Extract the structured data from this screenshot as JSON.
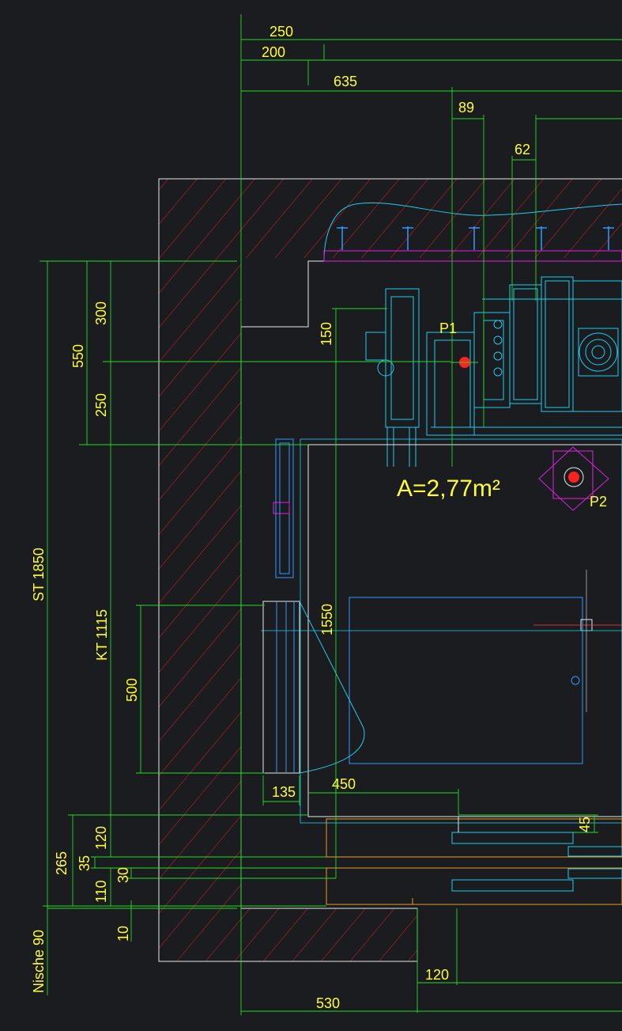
{
  "colors": {
    "background": "#1a1c20",
    "dimension_text": "#ffff33",
    "dimension_line": "#22dd22",
    "wall": "#e8e8e8",
    "hatch": "#e02020",
    "machine": "#22ccee",
    "rail": "#3399ff",
    "bracket": "#dd22dd",
    "threshold": "#e8a020"
  },
  "labels": {
    "area": "A=2,77m²",
    "p1": "P1",
    "p2": "P2",
    "st": "ST 1850",
    "kt": "KT 1115",
    "nische": "Nische 90"
  },
  "dimensions": {
    "d250_top": "250",
    "d200": "200",
    "d635": "635",
    "d89": "89",
    "d62": "62",
    "d150": "150",
    "d300": "300",
    "d550": "550",
    "d250_left": "250",
    "d1550": "1550",
    "d500": "500",
    "d135": "135",
    "d450": "450",
    "d45": "45",
    "d120_left": "120",
    "d265": "265",
    "d35": "35",
    "d30": "30",
    "d110": "110",
    "d10": "10",
    "d120_bottom": "120",
    "d530": "530"
  }
}
